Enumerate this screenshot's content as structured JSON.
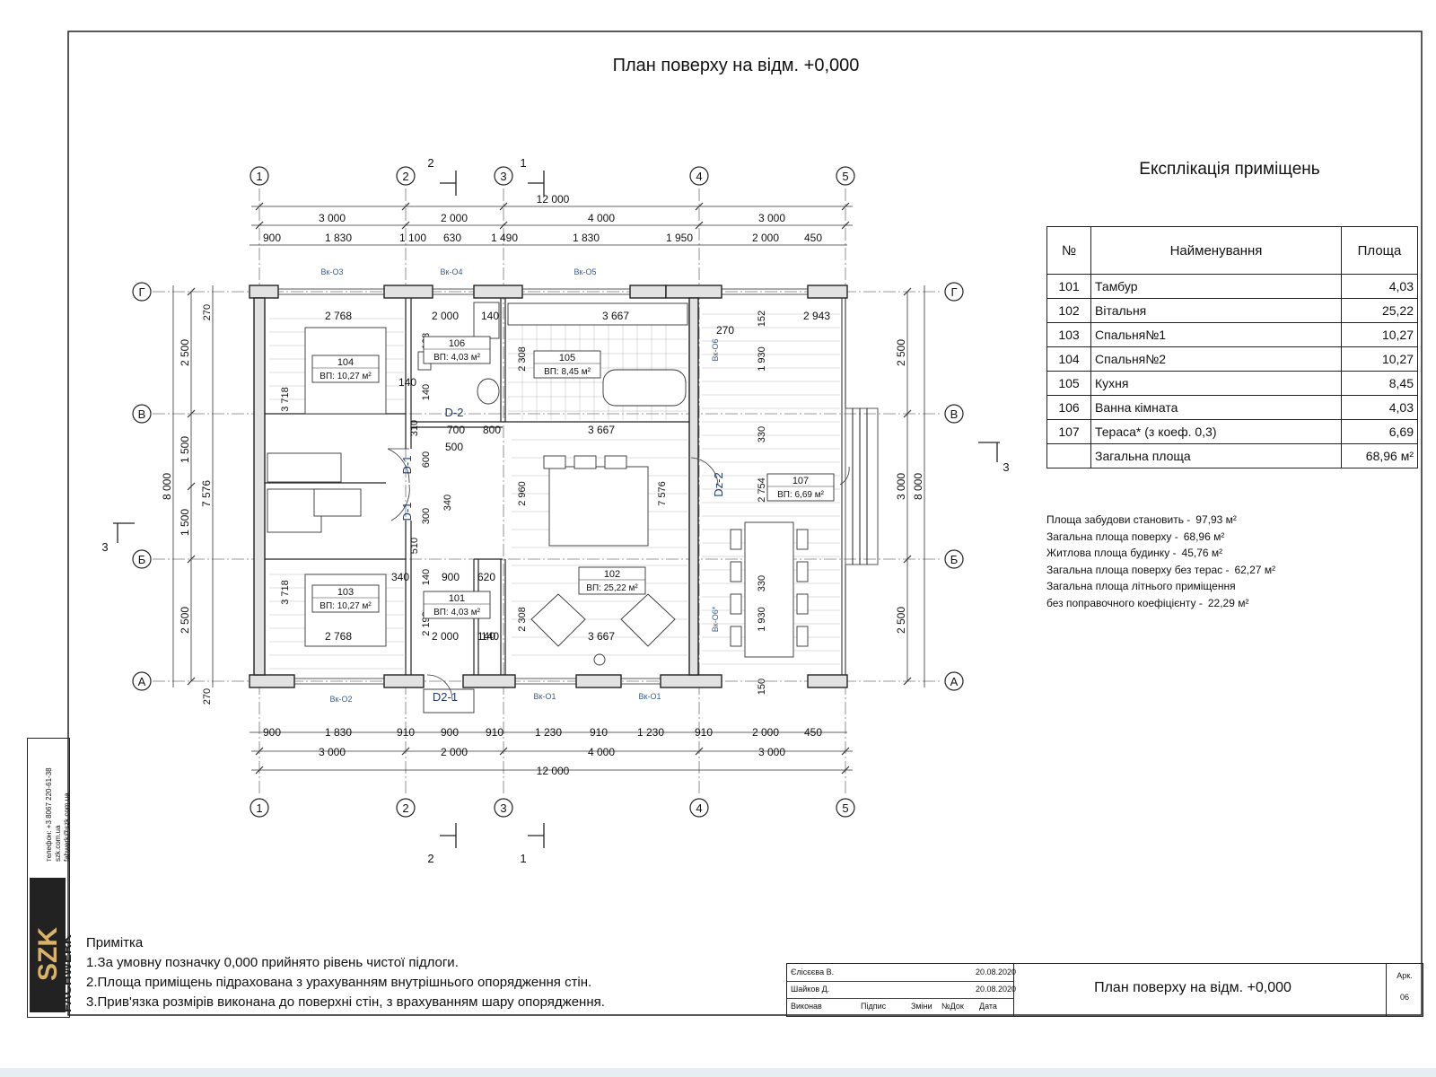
{
  "title": "План поверху на відм. +0,000",
  "grid": {
    "columns": [
      "1",
      "2",
      "3",
      "4",
      "5"
    ],
    "rows": [
      "Г",
      "В",
      "Б",
      "А"
    ],
    "sections": [
      "1",
      "2",
      "3"
    ]
  },
  "dims": {
    "total_width": "12 000",
    "axes_width": [
      "3 000",
      "2 000",
      "4 000",
      "3 000"
    ],
    "top_chain": [
      "900",
      "1 830",
      "1 100",
      "630",
      "1 490",
      "1 830",
      "1 950",
      "2 000",
      "450"
    ],
    "bottom_chain": [
      "900",
      "1 830",
      "910",
      "900",
      "910",
      "1 230",
      "910",
      "1 230",
      "910",
      "2 000",
      "450"
    ],
    "left_outer": "8 000",
    "left_inner": "7 576",
    "left_axes": [
      "2 500",
      "1 500",
      "1 500",
      "2 500"
    ],
    "left_small": [
      "270",
      "270"
    ],
    "left_rooms": [
      "3 718",
      "3 718"
    ],
    "right_axes": [
      "2 500",
      "3 000",
      "2 500"
    ],
    "right_outer": "8 000",
    "interior": [
      "2 768",
      "2 000",
      "140",
      "3 667",
      "2 943",
      "270",
      "152",
      "1 930",
      "330",
      "2 754",
      "330",
      "1 930",
      "150",
      "270",
      "2 768",
      "2 000",
      "140",
      "3 667",
      "2 308",
      "2 308",
      "2 960",
      "7 576",
      "700",
      "800",
      "3 667",
      "500",
      "168",
      "140",
      "310",
      "600",
      "340",
      "300",
      "510",
      "140",
      "340",
      "900",
      "620",
      "140",
      "2 198",
      "140"
    ]
  },
  "windows": [
    "Вк-О3",
    "Вк-О4",
    "Вк-О5",
    "Вк-О6",
    "Вк-О2",
    "Вк-О1",
    "Вк-О1",
    "Вк-О6*"
  ],
  "doors": [
    "D-1",
    "D-2",
    "D-1",
    "D2-1",
    "Dz-2"
  ],
  "rooms": [
    {
      "num": "104",
      "area": "ВП: 10,27 м²"
    },
    {
      "num": "106",
      "area": "ВП: 4,03 м²"
    },
    {
      "num": "105",
      "area": "ВП: 8,45 м²"
    },
    {
      "num": "102",
      "area": "ВП: 25,22 м²"
    },
    {
      "num": "103",
      "area": "ВП: 10,27 м²"
    },
    {
      "num": "101",
      "area": "ВП: 4,03 м²"
    },
    {
      "num": "107",
      "area": "ВП: 6,69 м²"
    }
  ],
  "explication": {
    "title": "Експлікація приміщень",
    "headers": [
      "№",
      "Найменування",
      "Площа"
    ],
    "rows": [
      {
        "num": "101",
        "name": "Тамбур",
        "area": "4,03"
      },
      {
        "num": "102",
        "name": "Вітальня",
        "area": "25,22"
      },
      {
        "num": "103",
        "name": "Спальня№1",
        "area": "10,27"
      },
      {
        "num": "104",
        "name": "Спальня№2",
        "area": "10,27"
      },
      {
        "num": "105",
        "name": "Кухня",
        "area": "8,45"
      },
      {
        "num": "106",
        "name": "Ванна кімната",
        "area": "4,03"
      },
      {
        "num": "107",
        "name": "Тераса* (з коеф. 0,3)",
        "area": "6,69"
      }
    ],
    "total": {
      "name": "Загальна площа",
      "area": "68,96 м²"
    }
  },
  "stats": [
    {
      "label": "Площа забудови становить -",
      "value": "97,93 м²"
    },
    {
      "label": "Загальна площа поверху -",
      "value": "68,96 м²"
    },
    {
      "label": "Житлова площа будинку -",
      "value": "45,76 м²"
    },
    {
      "label": "Загальна площа поверху без терас -",
      "value": "62,27 м²"
    },
    {
      "label": "Загальна площа літнього приміщення",
      "value": ""
    },
    {
      "label": "без поправочного коефіцієнту -",
      "value": "22,29 м²"
    }
  ],
  "notes": {
    "title": "Примітка",
    "items": [
      "1.За умовну позначку 0,000 прийнято рівень чистої підлоги.",
      "2.Площа приміщень підрахована з урахуванням внутрішнього опорядження стін.",
      "3.Прив'язка розмірів виконана до поверхні стін, з врахуванням шару опорядження."
    ]
  },
  "stamp": {
    "rows": [
      {
        "name": "Єлісєєва В.",
        "date": "20.08.2020"
      },
      {
        "name": "Шайков Д.",
        "date": "20.08.2020"
      }
    ],
    "labels": [
      "Виконав",
      "Підпис",
      "Зміни",
      "№Док",
      "Дата"
    ],
    "title": "План поверху на відм. +0,000",
    "sheet_label": "Арк.",
    "sheet_num": "06"
  },
  "company": {
    "phone": "телефон: +3 8067 220-61-38",
    "site": "szk.com.ua",
    "email": "fahwerk@szk.com.ua",
    "logo": "SZK",
    "name": "FACHWERK"
  }
}
